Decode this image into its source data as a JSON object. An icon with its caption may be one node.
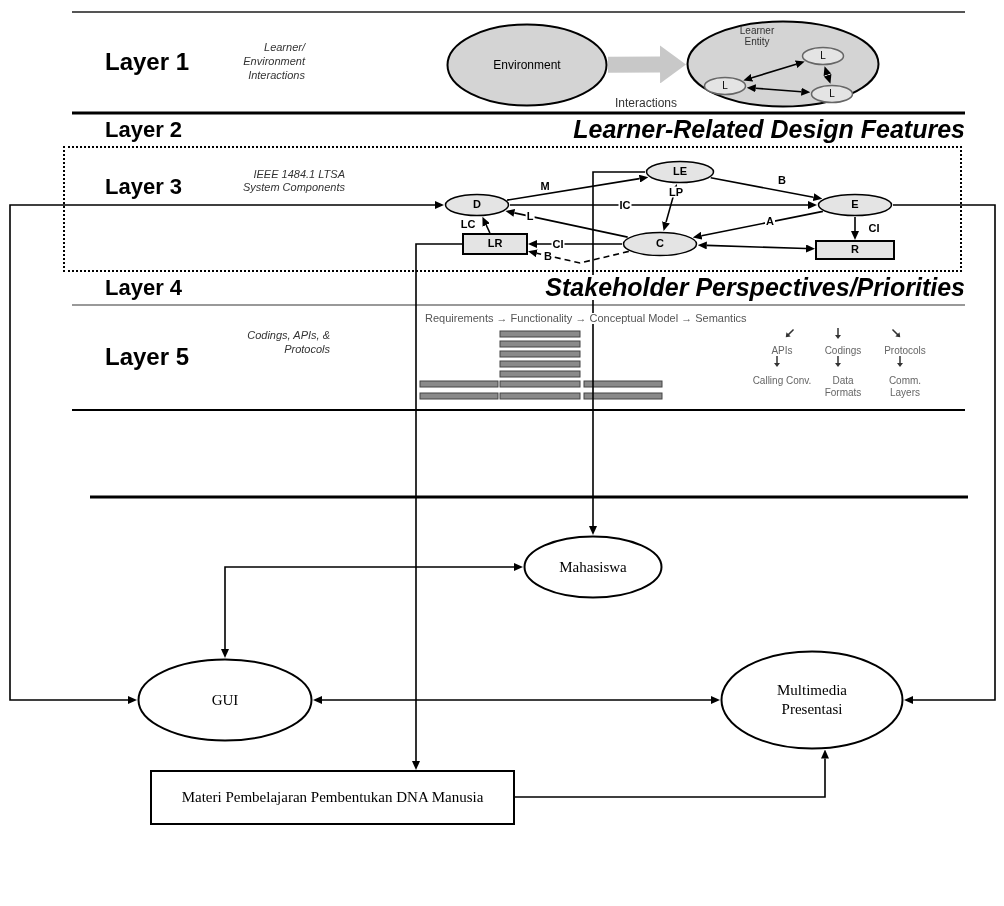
{
  "diagram": {
    "nodes": [
      {
        "text": [
          "Environment"
        ]
      },
      {
        "text": [
          "Learner Entity"
        ]
      },
      {
        "text": [
          "L"
        ],
        "in": 1
      },
      {
        "text": [
          "L"
        ],
        "in": 1
      },
      {
        "text": [
          "L"
        ],
        "in": 1
      },
      {
        "text": [
          "Layer 3",
          "IEEE 1484.1 LTSA System Components"
        ]
      },
      {
        "text": [
          "LE"
        ],
        "in": 5
      },
      {
        "text": [
          "D"
        ],
        "in": 5
      },
      {
        "text": [
          "E"
        ],
        "in": 5
      },
      {
        "text": [
          "LR"
        ],
        "in": 5
      },
      {
        "text": [
          "C"
        ],
        "in": 5
      },
      {
        "text": [
          "R"
        ],
        "in": 5
      },
      {
        "text": [
          "Mahasiswa"
        ]
      },
      {
        "text": [
          "GUI"
        ]
      },
      {
        "text": [
          "Multimedia Presentasi"
        ]
      },
      {
        "text": [
          "Materi Pembelajaran Pembentukan DNA Manusia"
        ]
      }
    ],
    "edges": [
      {
        "from": 0,
        "to": 1,
        "arrow": "to",
        "label": "Interactions",
        "style": "thick",
        "color": "#c8c8c8"
      },
      {
        "from": 2,
        "to": 3,
        "arrow": "both"
      },
      {
        "from": 2,
        "to": 4,
        "arrow": "both"
      },
      {
        "from": 3,
        "to": 4,
        "arrow": "both"
      },
      {
        "from": 7,
        "to": 6,
        "arrow": "to",
        "label": "M"
      },
      {
        "from": 6,
        "to": 8,
        "arrow": "to",
        "label": "B"
      },
      {
        "from": 7,
        "to": 8,
        "arrow": "to",
        "label": "IC"
      },
      {
        "from": 10,
        "to": 7,
        "arrow": "to",
        "label": "L"
      },
      {
        "from": 6,
        "to": 10,
        "arrow": "both",
        "label": "LP"
      },
      {
        "from": 8,
        "to": 10,
        "arrow": "to",
        "label": "A"
      },
      {
        "from": 9,
        "to": 7,
        "arrow": "to",
        "label": "LC"
      },
      {
        "from": 10,
        "to": 9,
        "arrow": "to",
        "label": "CI"
      },
      {
        "from": 10,
        "to": 9,
        "arrow": "to",
        "label": "B",
        "style": "dashed"
      },
      {
        "from": 10,
        "to": 11,
        "arrow": "both"
      },
      {
        "from": 8,
        "to": 11,
        "arrow": "to",
        "label": "CI"
      },
      {
        "from": 7,
        "to": 13,
        "arrow": "both"
      },
      {
        "from": 8,
        "to": 14,
        "arrow": "to"
      },
      {
        "from": 6,
        "to": 12,
        "arrow": "to"
      },
      {
        "from": 9,
        "to": 15,
        "arrow": "to"
      },
      {
        "from": 12,
        "to": 13,
        "arrow": "both"
      },
      {
        "from": 13,
        "to": 14,
        "arrow": "both"
      },
      {
        "from": 15,
        "to": 14,
        "arrow": "to"
      }
    ],
    "labels": [
      "Layer 1",
      "Learner/ Environment Interactions",
      "Layer 2",
      "Learner-Related Design Features",
      "Layer 4",
      "Stakeholder Perspectives/Priorities",
      "Layer 5",
      "Codings, APIs, & Protocols",
      "Requirements → Functionality → Conceptual Model → Semantics",
      "APIs",
      "Codings",
      "Protocols",
      "Calling Conv.",
      "Data Formats",
      "Comm. Layers"
    ]
  }
}
